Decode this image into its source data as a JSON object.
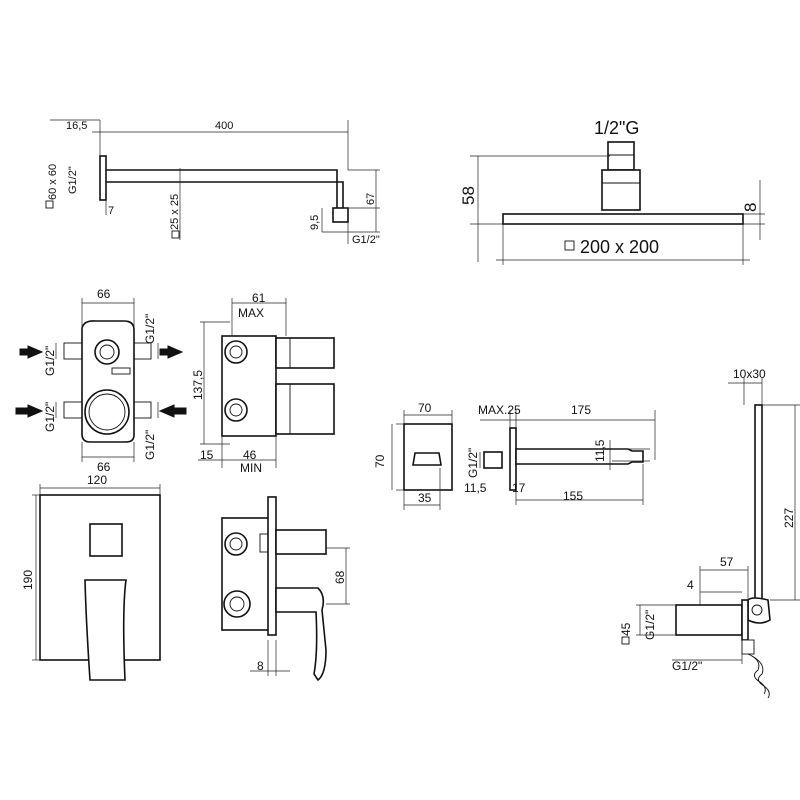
{
  "shower_arm": {
    "flange_thickness": "16,5",
    "length": "400",
    "flange_size": "60 x 60",
    "inlet_thread": "G1/2\"",
    "flange_offset": "7",
    "arm_section": "25 x 25",
    "outlet_height": "67",
    "outlet_depth": "9,5",
    "outlet_thread": "G1/2\""
  },
  "shower_head": {
    "connection": "1/2\"G",
    "height": "58",
    "thickness": "8",
    "size": "200 x 200"
  },
  "valve_body_front": {
    "top_width": "66",
    "bottom_width": "66",
    "port_top_left": "G1/2\"",
    "port_top_right": "G1/2\"",
    "port_bottom_left": "G1/2\"",
    "port_bottom_right": "G1/2\""
  },
  "valve_body_side": {
    "top_depth": "61",
    "top_depth_note": "MAX",
    "height": "137,5",
    "bottom_left": "15",
    "bottom_depth": "46",
    "bottom_depth_note": "MIN"
  },
  "cover_plate": {
    "width": "120",
    "height": "190"
  },
  "valve_assembly_side": {
    "offset": "68",
    "plate_thickness": "8"
  },
  "spout_front": {
    "width": "70",
    "height": "70",
    "bottom": "35"
  },
  "spout_side": {
    "max_projection": "MAX.25",
    "length": "175",
    "outlet_height": "11,5",
    "thread": "G1/2\"",
    "thread_offset": "11,5",
    "plate": "17",
    "reach": "155"
  },
  "hand_shower": {
    "head_size": "10x30",
    "length": "227",
    "projection": "57",
    "offset": "4",
    "bracket_size": "45",
    "inlet_thread": "G1/2\"",
    "outlet_thread": "G1/2\""
  }
}
